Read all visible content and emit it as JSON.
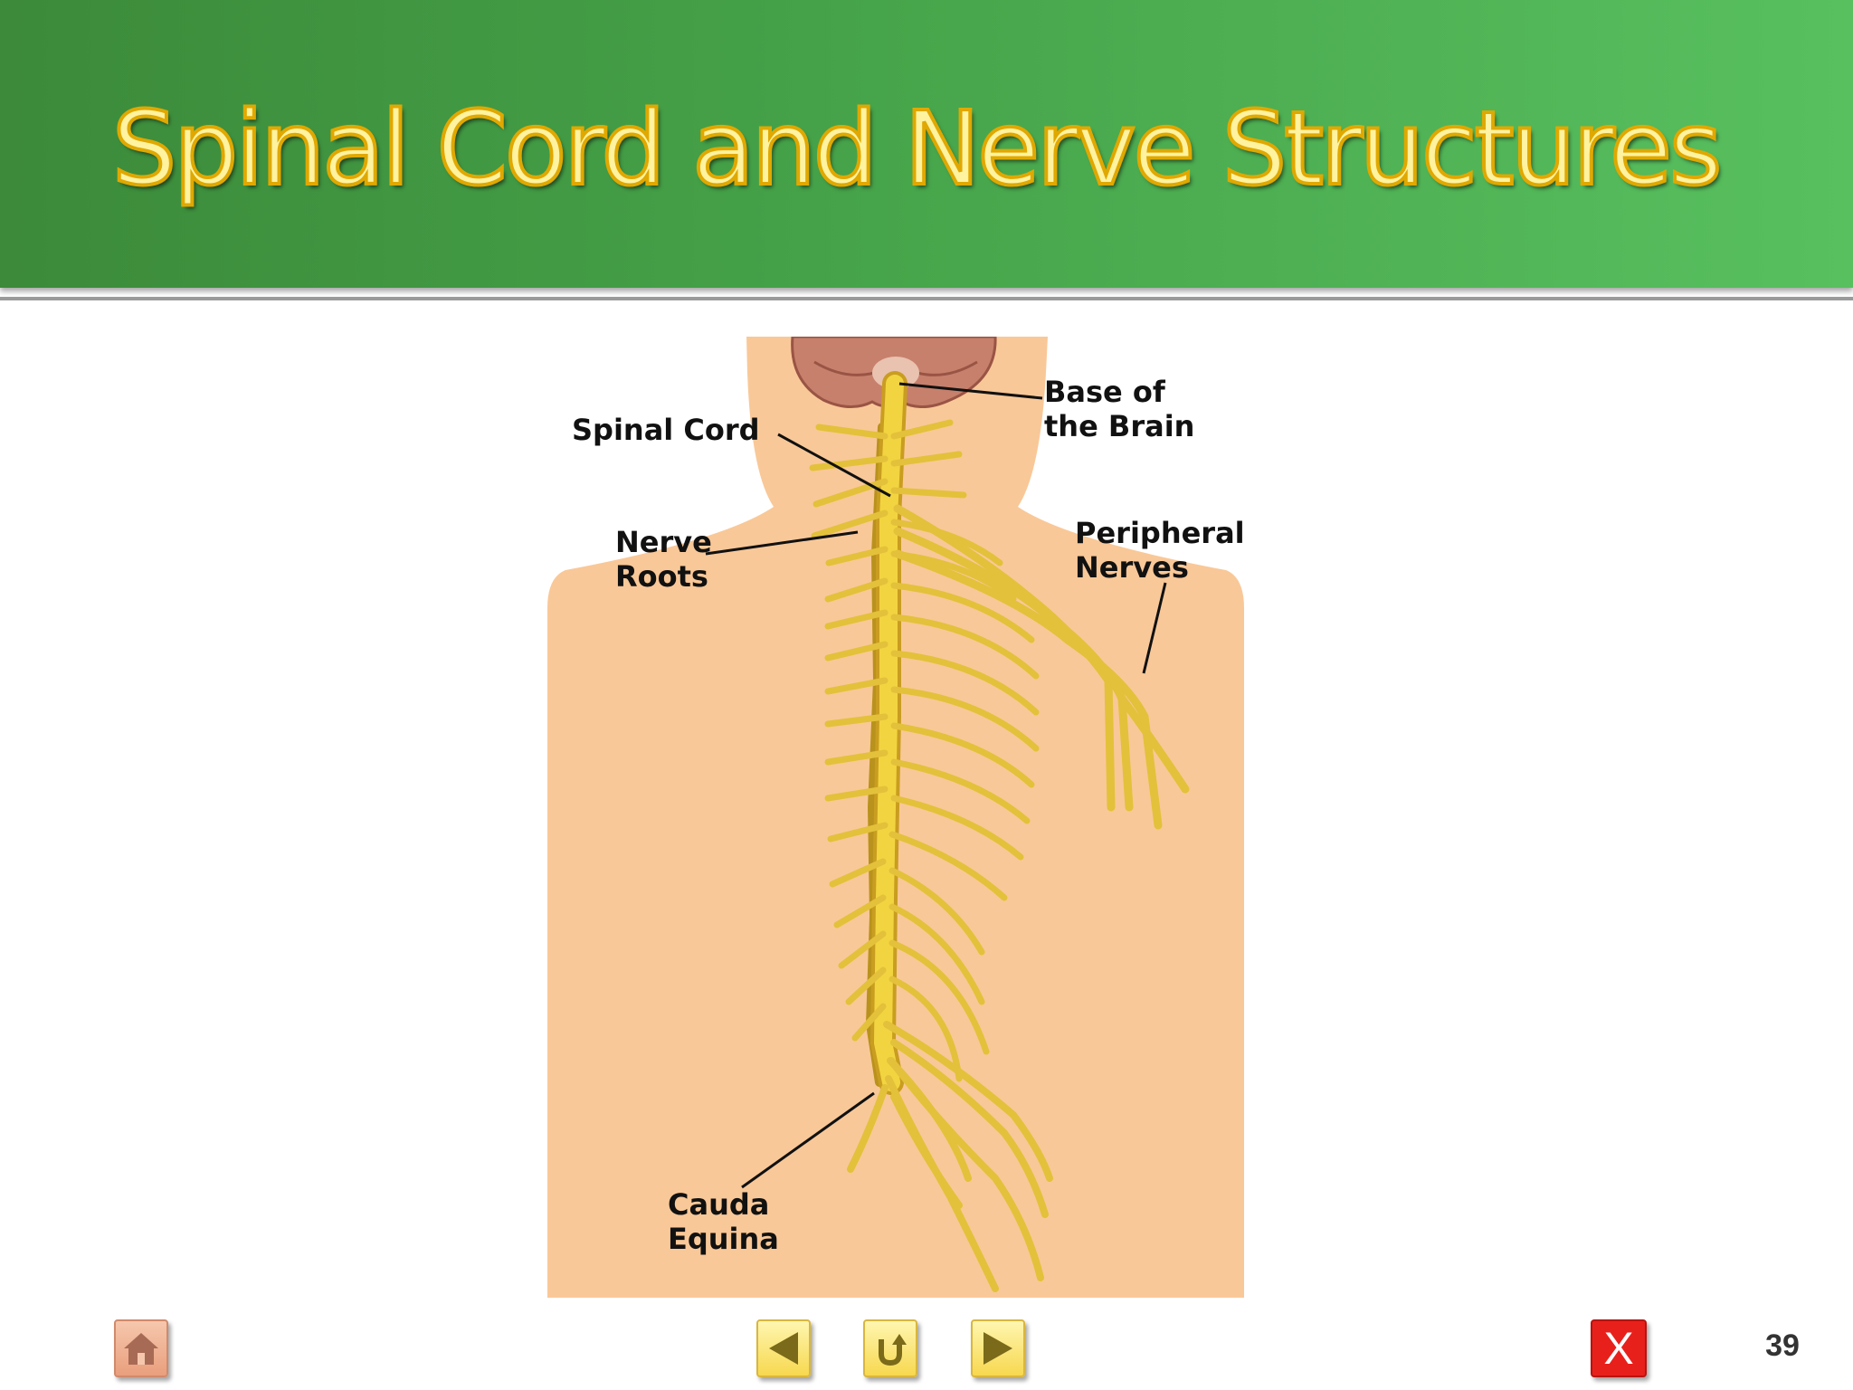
{
  "slide": {
    "title": "Spinal Cord and Nerve Structures",
    "page_number": "39"
  },
  "figure": {
    "labels": {
      "spinal_cord": "Spinal Cord",
      "base_of_brain_line1": "Base of",
      "base_of_brain_line2": "the Brain",
      "nerve_roots_line1": "Nerve",
      "nerve_roots_line2": "Roots",
      "peripheral_line1": "Peripheral",
      "peripheral_line2": "Nerves",
      "cauda_line1": "Cauda",
      "cauda_line2": "Equina"
    }
  },
  "nav": {
    "close_label": "X",
    "icons": [
      "home-icon",
      "back-arrow-icon",
      "return-icon",
      "forward-arrow-icon"
    ]
  },
  "colors": {
    "title_bar": "#44a047",
    "title_text": "#fff3a0",
    "skin": "#f9c898",
    "nerve": "#e3c13a",
    "close_button": "#e8201c"
  }
}
